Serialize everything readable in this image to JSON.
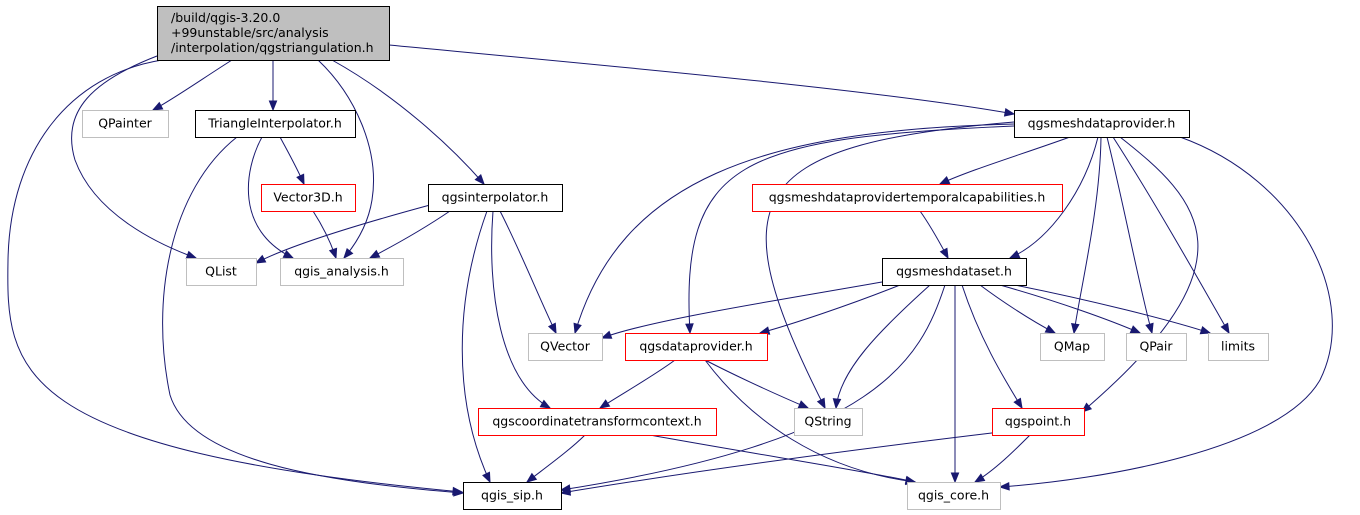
{
  "diagram": {
    "colors": {
      "edge": "#191970",
      "root_fill": "#bfbfbf",
      "root_border": "#000000",
      "internal_border": "#000000",
      "incomplete_border": "#ff0000",
      "external_border": "#bfbfbf",
      "text": "#000000"
    },
    "nodes": [
      {
        "id": "root",
        "lines": [
          "/build/qgis-3.20.0",
          "+99unstable/src/analysis",
          "/interpolation/qgstriangulation.h"
        ],
        "kind": "root"
      },
      {
        "id": "qpainter",
        "lines": [
          "QPainter"
        ],
        "kind": "external"
      },
      {
        "id": "triangleinterpolator",
        "lines": [
          "TriangleInterpolator.h"
        ],
        "kind": "internal"
      },
      {
        "id": "vector3d",
        "lines": [
          "Vector3D.h"
        ],
        "kind": "incomplete"
      },
      {
        "id": "qlist",
        "lines": [
          "QList"
        ],
        "kind": "external"
      },
      {
        "id": "qgisanalysis",
        "lines": [
          "qgis_analysis.h"
        ],
        "kind": "external"
      },
      {
        "id": "qgsinterpolator",
        "lines": [
          "qgsinterpolator.h"
        ],
        "kind": "internal"
      },
      {
        "id": "qgsmeshdataprovider",
        "lines": [
          "qgsmeshdataprovider.h"
        ],
        "kind": "internal"
      },
      {
        "id": "qgsmeshdataprovidertemporalcapabilities",
        "lines": [
          "qgsmeshdataprovidertemporalcapabilities.h"
        ],
        "kind": "incomplete"
      },
      {
        "id": "qgsmeshdataset",
        "lines": [
          "qgsmeshdataset.h"
        ],
        "kind": "internal"
      },
      {
        "id": "qvector",
        "lines": [
          "QVector"
        ],
        "kind": "external"
      },
      {
        "id": "qgsdataprovider",
        "lines": [
          "qgsdataprovider.h"
        ],
        "kind": "incomplete"
      },
      {
        "id": "qmap",
        "lines": [
          "QMap"
        ],
        "kind": "external"
      },
      {
        "id": "qpair",
        "lines": [
          "QPair"
        ],
        "kind": "external"
      },
      {
        "id": "limits",
        "lines": [
          "limits"
        ],
        "kind": "external"
      },
      {
        "id": "qgscoordinatetransformcontext",
        "lines": [
          "qgscoordinatetransformcontext.h"
        ],
        "kind": "incomplete"
      },
      {
        "id": "qstring",
        "lines": [
          "QString"
        ],
        "kind": "external"
      },
      {
        "id": "qgspoint",
        "lines": [
          "qgspoint.h"
        ],
        "kind": "incomplete"
      },
      {
        "id": "qgissip",
        "lines": [
          "qgis_sip.h"
        ],
        "kind": "internal"
      },
      {
        "id": "qgiscore",
        "lines": [
          "qgis_core.h"
        ],
        "kind": "external"
      }
    ],
    "edges": [
      [
        "root",
        "qpainter"
      ],
      [
        "root",
        "triangleinterpolator"
      ],
      [
        "root",
        "qlist"
      ],
      [
        "root",
        "qgisanalysis"
      ],
      [
        "root",
        "qgsinterpolator"
      ],
      [
        "root",
        "qgsmeshdataprovider"
      ],
      [
        "root",
        "qgissip"
      ],
      [
        "triangleinterpolator",
        "vector3d"
      ],
      [
        "triangleinterpolator",
        "qgisanalysis"
      ],
      [
        "triangleinterpolator",
        "qgissip"
      ],
      [
        "vector3d",
        "qgisanalysis"
      ],
      [
        "qgsinterpolator",
        "qlist"
      ],
      [
        "qgsinterpolator",
        "qgisanalysis"
      ],
      [
        "qgsinterpolator",
        "qvector"
      ],
      [
        "qgsinterpolator",
        "qgscoordinatetransformcontext"
      ],
      [
        "qgsinterpolator",
        "qgissip"
      ],
      [
        "qgsmeshdataprovider",
        "qgsmeshdataprovidertemporalcapabilities"
      ],
      [
        "qgsmeshdataprovider",
        "qgsmeshdataset"
      ],
      [
        "qgsmeshdataprovider",
        "qvector"
      ],
      [
        "qgsmeshdataprovider",
        "qgsdataprovider"
      ],
      [
        "qgsmeshdataprovider",
        "qstring"
      ],
      [
        "qgsmeshdataprovider",
        "qmap"
      ],
      [
        "qgsmeshdataprovider",
        "qpair"
      ],
      [
        "qgsmeshdataprovider",
        "limits"
      ],
      [
        "qgsmeshdataprovider",
        "qgspoint"
      ],
      [
        "qgsmeshdataprovider",
        "qgiscore"
      ],
      [
        "qgsmeshdataprovidertemporalcapabilities",
        "qgsmeshdataset"
      ],
      [
        "qgsmeshdataset",
        "qvector"
      ],
      [
        "qgsmeshdataset",
        "qgsdataprovider"
      ],
      [
        "qgsmeshdataset",
        "qmap"
      ],
      [
        "qgsmeshdataset",
        "qpair"
      ],
      [
        "qgsmeshdataset",
        "limits"
      ],
      [
        "qgsmeshdataset",
        "qstring"
      ],
      [
        "qgsmeshdataset",
        "qgspoint"
      ],
      [
        "qgsmeshdataset",
        "qgiscore"
      ],
      [
        "qgsmeshdataset",
        "qgissip"
      ],
      [
        "qgsdataprovider",
        "qgscoordinatetransformcontext"
      ],
      [
        "qgsdataprovider",
        "qstring"
      ],
      [
        "qgsdataprovider",
        "qgiscore"
      ],
      [
        "qgscoordinatetransformcontext",
        "qgissip"
      ],
      [
        "qgscoordinatetransformcontext",
        "qgiscore"
      ],
      [
        "qgspoint",
        "qgissip"
      ],
      [
        "qgspoint",
        "qgiscore"
      ]
    ]
  }
}
